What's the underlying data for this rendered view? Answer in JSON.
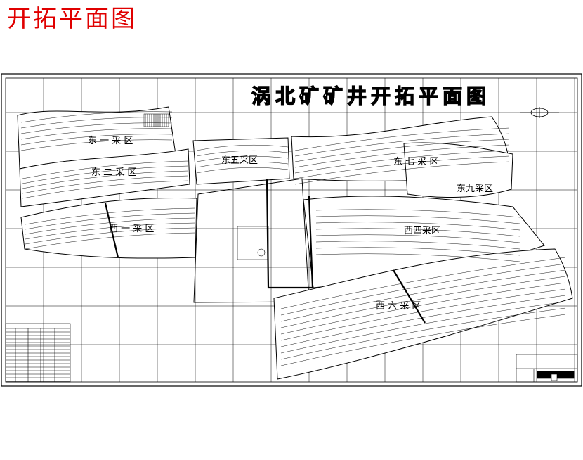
{
  "page_heading": "开拓平面图",
  "drawing": {
    "title": "涡北矿矿井开拓平面图",
    "zones": [
      {
        "id": "east1",
        "label": "东  一  采  区"
      },
      {
        "id": "east2",
        "label": "东  二  采  区"
      },
      {
        "id": "east5",
        "label": "东五采区"
      },
      {
        "id": "east7",
        "label": "东  七  采  区"
      },
      {
        "id": "east9",
        "label": "东九采区"
      },
      {
        "id": "west1",
        "label": "西  一  采  区"
      },
      {
        "id": "west4",
        "label": "西四采区"
      },
      {
        "id": "west6",
        "label": "西  六  采  区"
      }
    ],
    "colors": {
      "heading": "#e00000",
      "ink": "#000000",
      "background": "#ffffff"
    }
  }
}
